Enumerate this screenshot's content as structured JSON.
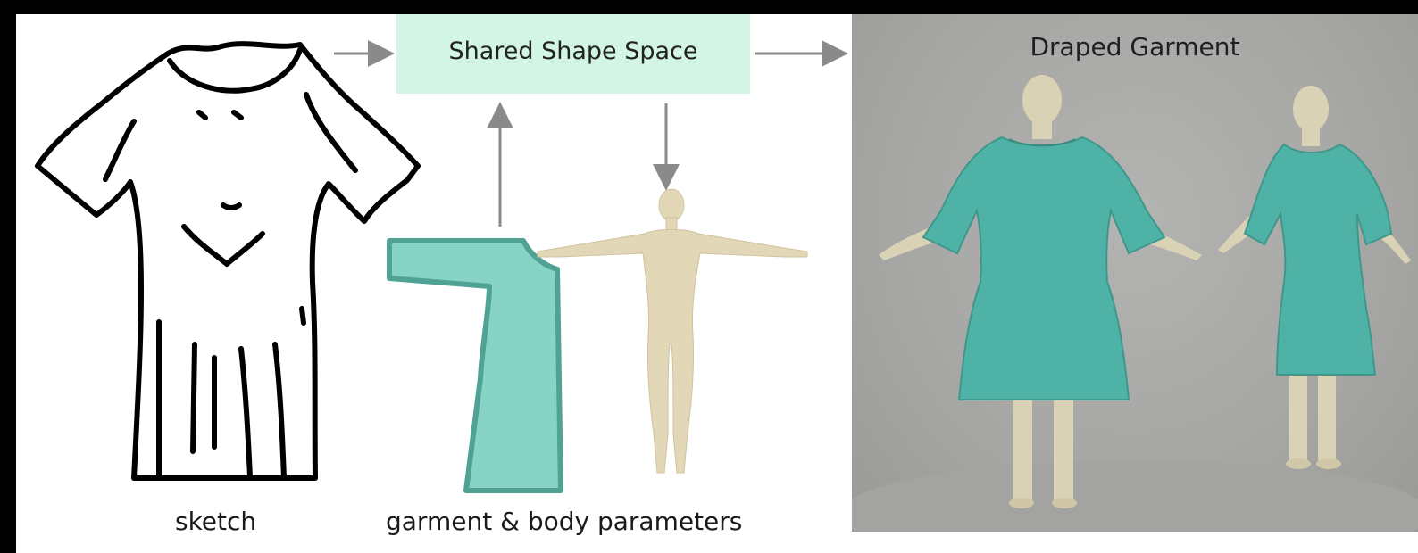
{
  "figure": {
    "shared_space_label": "Shared Shape Space",
    "draped_title": "Draped Garment",
    "sketch_caption": "sketch",
    "params_caption": "garment & body parameters"
  },
  "colors": {
    "shape_space_box": "#d3f5e6",
    "garment_fill": "#87d3c6",
    "garment_stroke": "#4fa294",
    "dress_teal": "#4eb3a6",
    "skin": "#d9d2b4",
    "mannequin": "#e2d8b8",
    "arrow_gray": "#8a8a8a",
    "sketch_ink": "#000000"
  },
  "icons": [
    "sketch-dress-drawing",
    "garment-pattern-panel",
    "body-mannequin",
    "draped-dress-front",
    "draped-dress-back"
  ]
}
